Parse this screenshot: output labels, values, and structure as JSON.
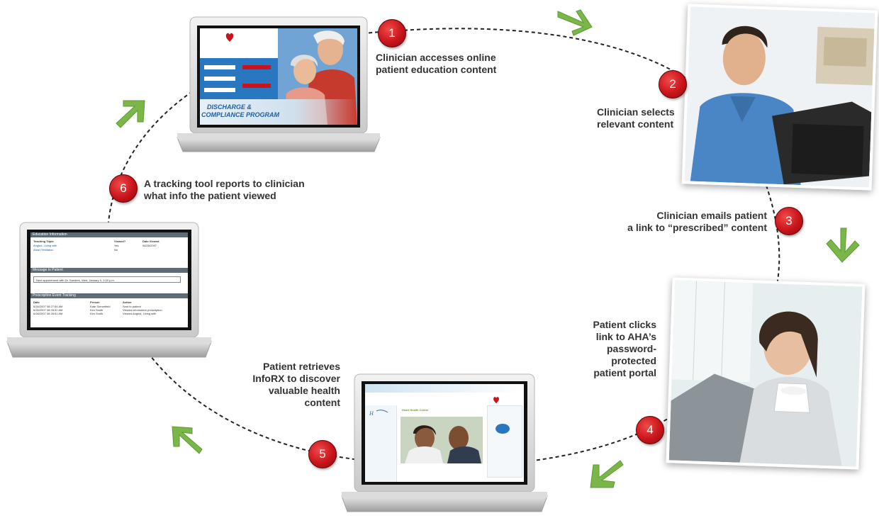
{
  "colors": {
    "badge_red": "#c8141a",
    "arrow_green": "#7ab648",
    "label_text": "#333333",
    "screen_blue": "#2a77c1"
  },
  "steps": [
    {
      "number": "1",
      "label": "Clinician accesses online\npatient education content"
    },
    {
      "number": "2",
      "label": "Clinician selects\nrelevant content"
    },
    {
      "number": "3",
      "label": "Clinician emails patient\na link  to “prescribed” content"
    },
    {
      "number": "4",
      "label": "Patient clicks\nlink to AHA’s\npassword-\nprotected\npatient portal"
    },
    {
      "number": "5",
      "label": "Patient retrieves\nInfoRX to discover\nvaluable health\ncontent"
    },
    {
      "number": "6",
      "label": "A tracking tool reports to clinician\nwhat info the patient viewed"
    }
  ],
  "screens": {
    "program": {
      "line1": "DISCHARGE &",
      "line2": "COMPLIANCE PROGRAM"
    },
    "tracking": {
      "section1": "Education Information",
      "col_topic": "Teaching Topic",
      "col_viewed": "Viewed?",
      "col_date": "Date Viewed",
      "row1_topic": "Angina, Living with",
      "row1_viewed": "Yes",
      "row1_date": "06/26/2007",
      "row2_topic": "Atrial Fibrillation",
      "row2_viewed": "No",
      "section2": "Message to Patient",
      "message": "Next appointment with Dr. Sanders, Wed. January 9, 2:00 p.m.",
      "section3": "Prescription Event Tracking",
      "col_event_date": "Date",
      "col_person": "Person",
      "col_action": "Action",
      "events": [
        {
          "date": "6/26/2007 08:27:54 AM",
          "person": "Kate Somerfield",
          "action": "Sent to patient"
        },
        {
          "date": "6/26/2007 08:28:32 AM",
          "person": "Kim Smith",
          "action": "Viewed information prescription"
        },
        {
          "date": "6/26/2007 08:28:51 AM",
          "person": "Kim Smith",
          "action": "Viewed Angina, Living with"
        }
      ]
    },
    "portal": {
      "logo": "Heart Health Center"
    }
  }
}
